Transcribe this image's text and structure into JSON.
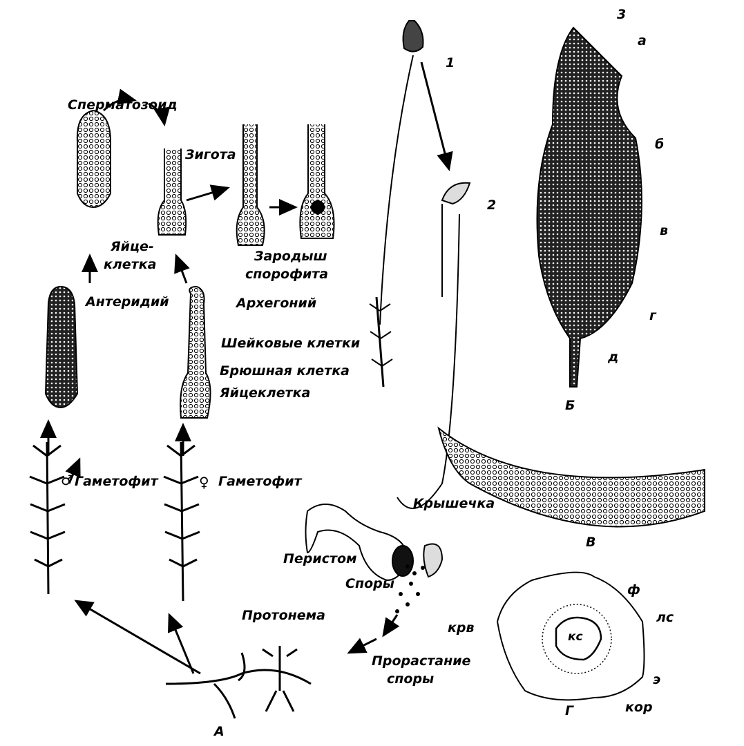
{
  "labels": {
    "spermatozoid": "Сперматозоид",
    "zygote": "Зигота",
    "egg_cell_a": "Яйце-",
    "egg_cell_b": "клетка",
    "embryo_a": "Зародыш",
    "embryo_b": "спорофита",
    "antheridium": "Антеридий",
    "archegonium": "Архегоний",
    "neck_cells": "Шейковые клетки",
    "ventral_cell": "Брюшная клетка",
    "egg": "Яйцеклетка",
    "male_gametophyte": "Гаметофит",
    "female_gametophyte": "Гаметофит",
    "male_symbol": "♂",
    "female_symbol": "♀",
    "protonema": "Протонема",
    "germination_a": "Прорастание",
    "germination_b": "споры",
    "operculum": "Крышечка",
    "peristome": "Перистом",
    "spores": "Споры",
    "num_1": "1",
    "num_2": "2",
    "num_3": "3",
    "a": "а",
    "b": "б",
    "v": "в",
    "g": "г",
    "d": "д",
    "panel_A": "А",
    "panel_B": "Б",
    "panel_V": "В",
    "panel_G": "Г",
    "f": "ф",
    "krv": "крв",
    "ks": "кс",
    "ls": "лс",
    "e": "э",
    "kor": "кор"
  }
}
